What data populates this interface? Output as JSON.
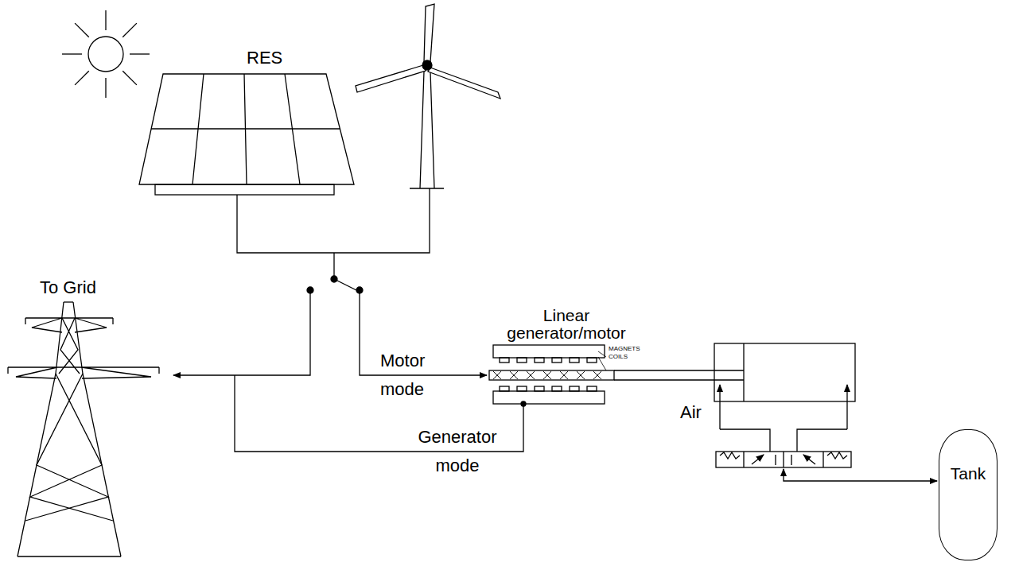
{
  "diagram": {
    "nodes": [
      {
        "text": [
          "Linear generator/motor"
        ]
      },
      {
        "text": [
          "Tank"
        ]
      }
    ],
    "labels": [
      "RES",
      "To Grid",
      "MAGNETS",
      "COILS",
      "Motor mode",
      "Generator mode",
      "Air"
    ]
  }
}
